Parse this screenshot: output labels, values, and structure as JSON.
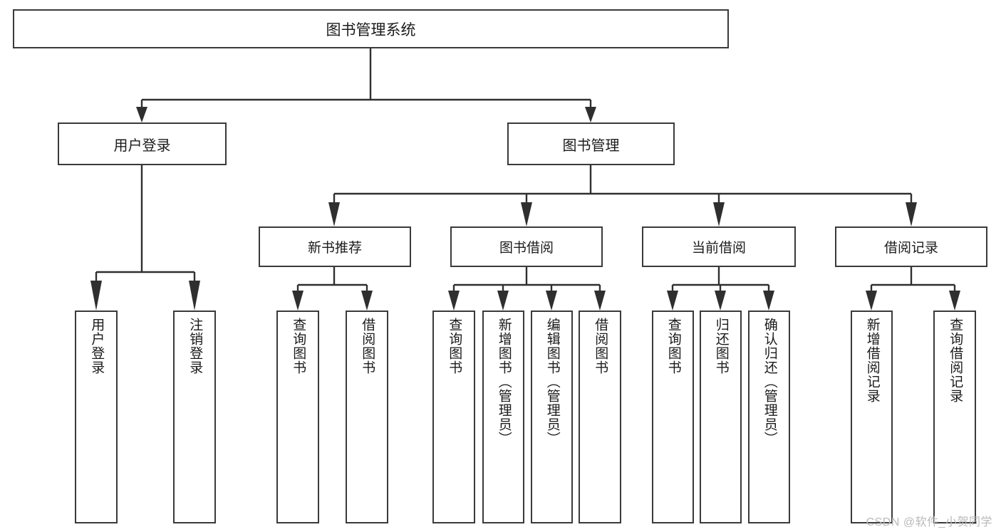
{
  "diagram": {
    "title": "图书管理系统",
    "watermark": "CSDN @软件_小贺同学",
    "root": {
      "label": "图书管理系统"
    },
    "level1": [
      {
        "label": "用户登录"
      },
      {
        "label": "图书管理"
      }
    ],
    "level2": [
      {
        "label": "新书推荐"
      },
      {
        "label": "图书借阅"
      },
      {
        "label": "当前借阅"
      },
      {
        "label": "借阅记录"
      }
    ],
    "leaves": [
      {
        "label": "用户登录"
      },
      {
        "label": "注销登录"
      },
      {
        "label": "查询图书"
      },
      {
        "label": "借阅图书"
      },
      {
        "label": "查询图书"
      },
      {
        "label": "新增图书（管理员）"
      },
      {
        "label": "编辑图书（管理员）"
      },
      {
        "label": "借阅图书"
      },
      {
        "label": "查询图书"
      },
      {
        "label": "归还图书"
      },
      {
        "label": "确认归还（管理员）"
      },
      {
        "label": "新增借阅记录"
      },
      {
        "label": "查询借阅记录"
      }
    ],
    "colors": {
      "stroke": "#2f2f2f",
      "box_border": "#3a3a3a",
      "background": "#ffffff",
      "text": "#1b1b1b",
      "watermark": "#b9b9b9"
    }
  }
}
